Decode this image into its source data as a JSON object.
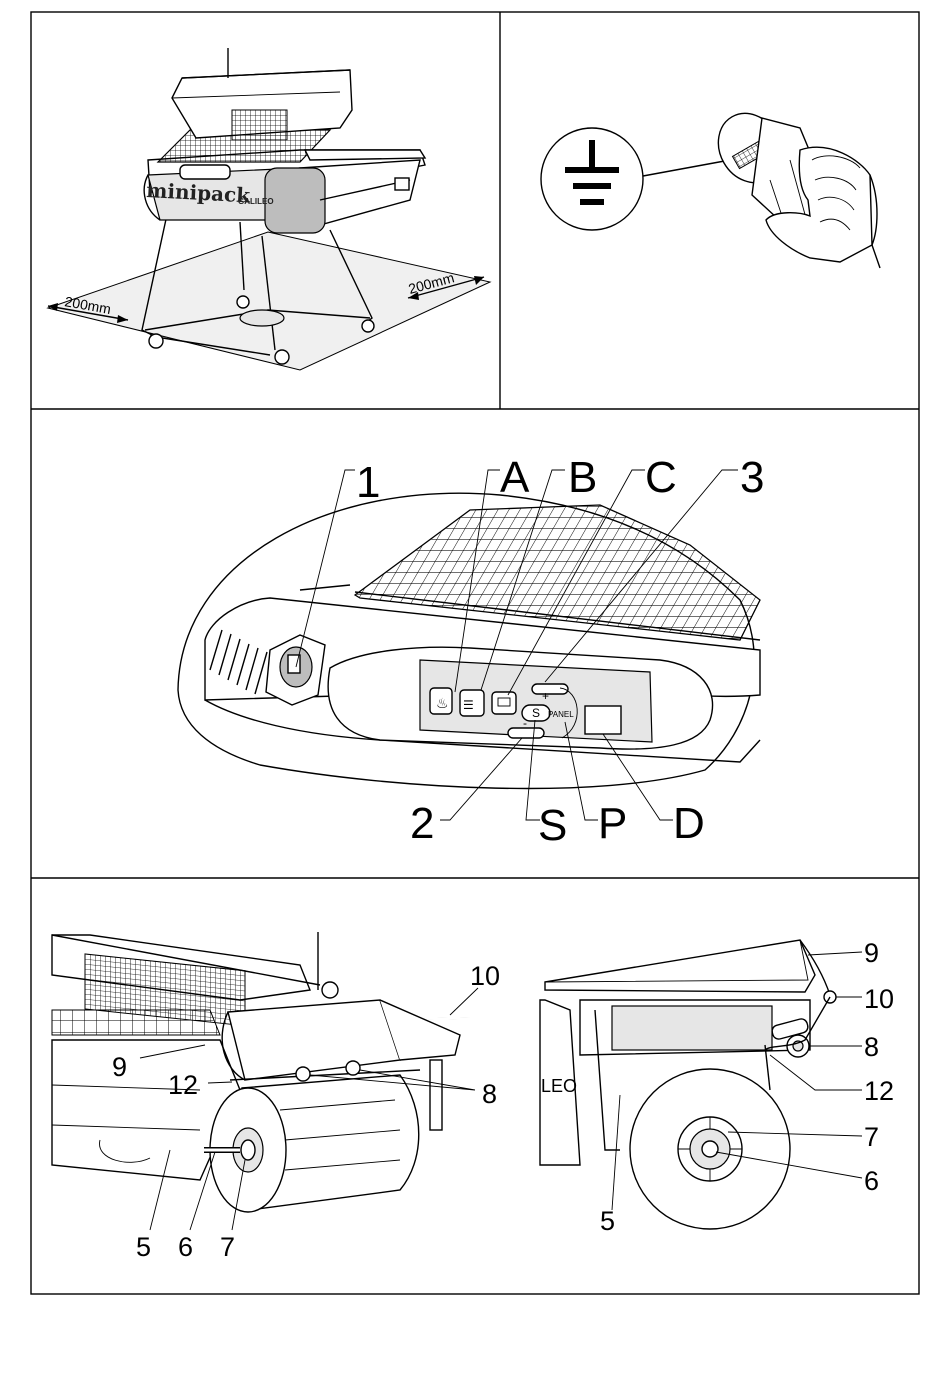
{
  "panel1": {
    "dim_left": "200mm",
    "dim_right": "200mm",
    "brand_logo": "minipack",
    "brand_sub": "GALILEO"
  },
  "panel2": {
    "ground_symbol": "ground-icon"
  },
  "panel3": {
    "callouts_top": [
      "1",
      "A",
      "B",
      "C",
      "3"
    ],
    "callouts_bottom": [
      "2",
      "S",
      "P",
      "D"
    ],
    "button_plus": "+",
    "button_minus": "-",
    "button_s": "S",
    "panel_text": "PANEL"
  },
  "panel4": {
    "left_callouts": [
      "10",
      "9",
      "12",
      "8",
      "5",
      "6",
      "7"
    ],
    "right_callouts": [
      "9",
      "10",
      "8",
      "12",
      "7",
      "6",
      "5"
    ],
    "right_brand_fragment": "LEO"
  }
}
